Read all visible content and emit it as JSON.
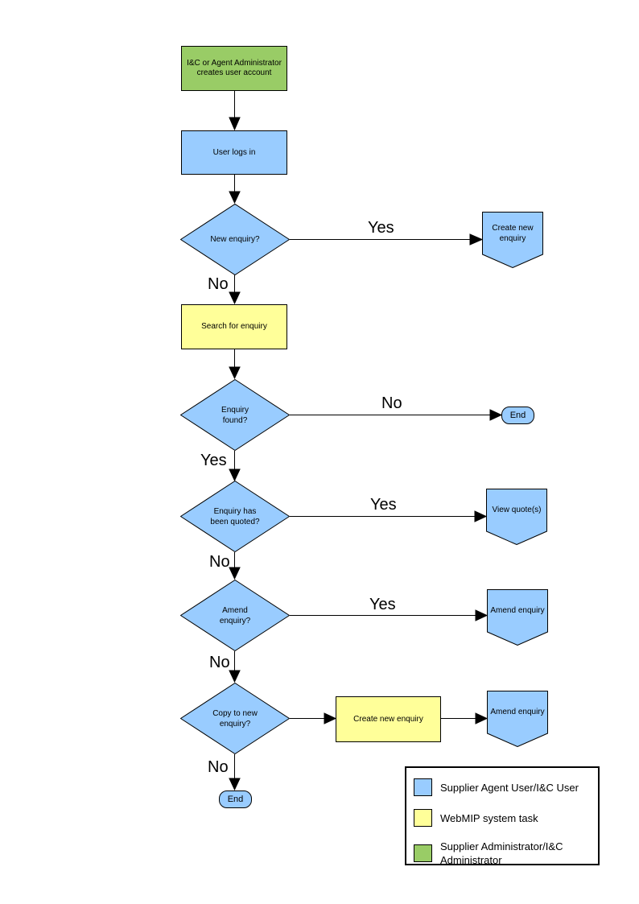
{
  "colors": {
    "user_task": "#99CCFF",
    "system_task": "#FFFF99",
    "admin_task": "#99CC66",
    "line": "#000000"
  },
  "nodes": {
    "admin_creates_account": {
      "label": "I&C or Agent Administrator\ncreates user account",
      "type": "process",
      "role": "admin"
    },
    "user_logs_in": {
      "label": "User logs in",
      "type": "process",
      "role": "user"
    },
    "new_enquiry": {
      "label": "New enquiry?",
      "type": "decision"
    },
    "create_new_enquiry_offpage": {
      "label": "Create new\nenquiry",
      "type": "offpage-connector"
    },
    "search_for_enquiry": {
      "label": "Search for enquiry",
      "type": "process",
      "role": "system"
    },
    "enquiry_found": {
      "label": "Enquiry\nfound?",
      "type": "decision"
    },
    "end_right": {
      "label": "End",
      "type": "terminator"
    },
    "enquiry_has_been_quoted": {
      "label": "Enquiry has\nbeen quoted?",
      "type": "decision"
    },
    "view_quotes": {
      "label": "View quote(s)",
      "type": "offpage-connector"
    },
    "amend_enquiry_decision": {
      "label": "Amend\nenquiry?",
      "type": "decision"
    },
    "amend_enquiry_offpage_1": {
      "label": "Amend enquiry",
      "type": "offpage-connector"
    },
    "copy_to_new_enquiry": {
      "label": "Copy to new\nenquiry?",
      "type": "decision"
    },
    "create_new_enquiry_task": {
      "label": "Create new enquiry",
      "type": "process",
      "role": "system"
    },
    "amend_enquiry_offpage_2": {
      "label": "Amend enquiry",
      "type": "offpage-connector"
    },
    "end_bottom": {
      "label": "End",
      "type": "terminator"
    }
  },
  "edges": {
    "new_enquiry_yes": "Yes",
    "new_enquiry_no": "No",
    "enquiry_found_no": "No",
    "enquiry_found_yes": "Yes",
    "quoted_yes": "Yes",
    "quoted_no": "No",
    "amend_yes": "Yes",
    "amend_no": "No",
    "copy_no": "No"
  },
  "legend": {
    "items": [
      {
        "label": "Supplier Agent User/I&C User",
        "color": "#99CCFF"
      },
      {
        "label": "WebMIP system task",
        "color": "#FFFF99"
      },
      {
        "label": "Supplier Administrator/I&C Administrator",
        "color": "#99CC66"
      }
    ]
  }
}
